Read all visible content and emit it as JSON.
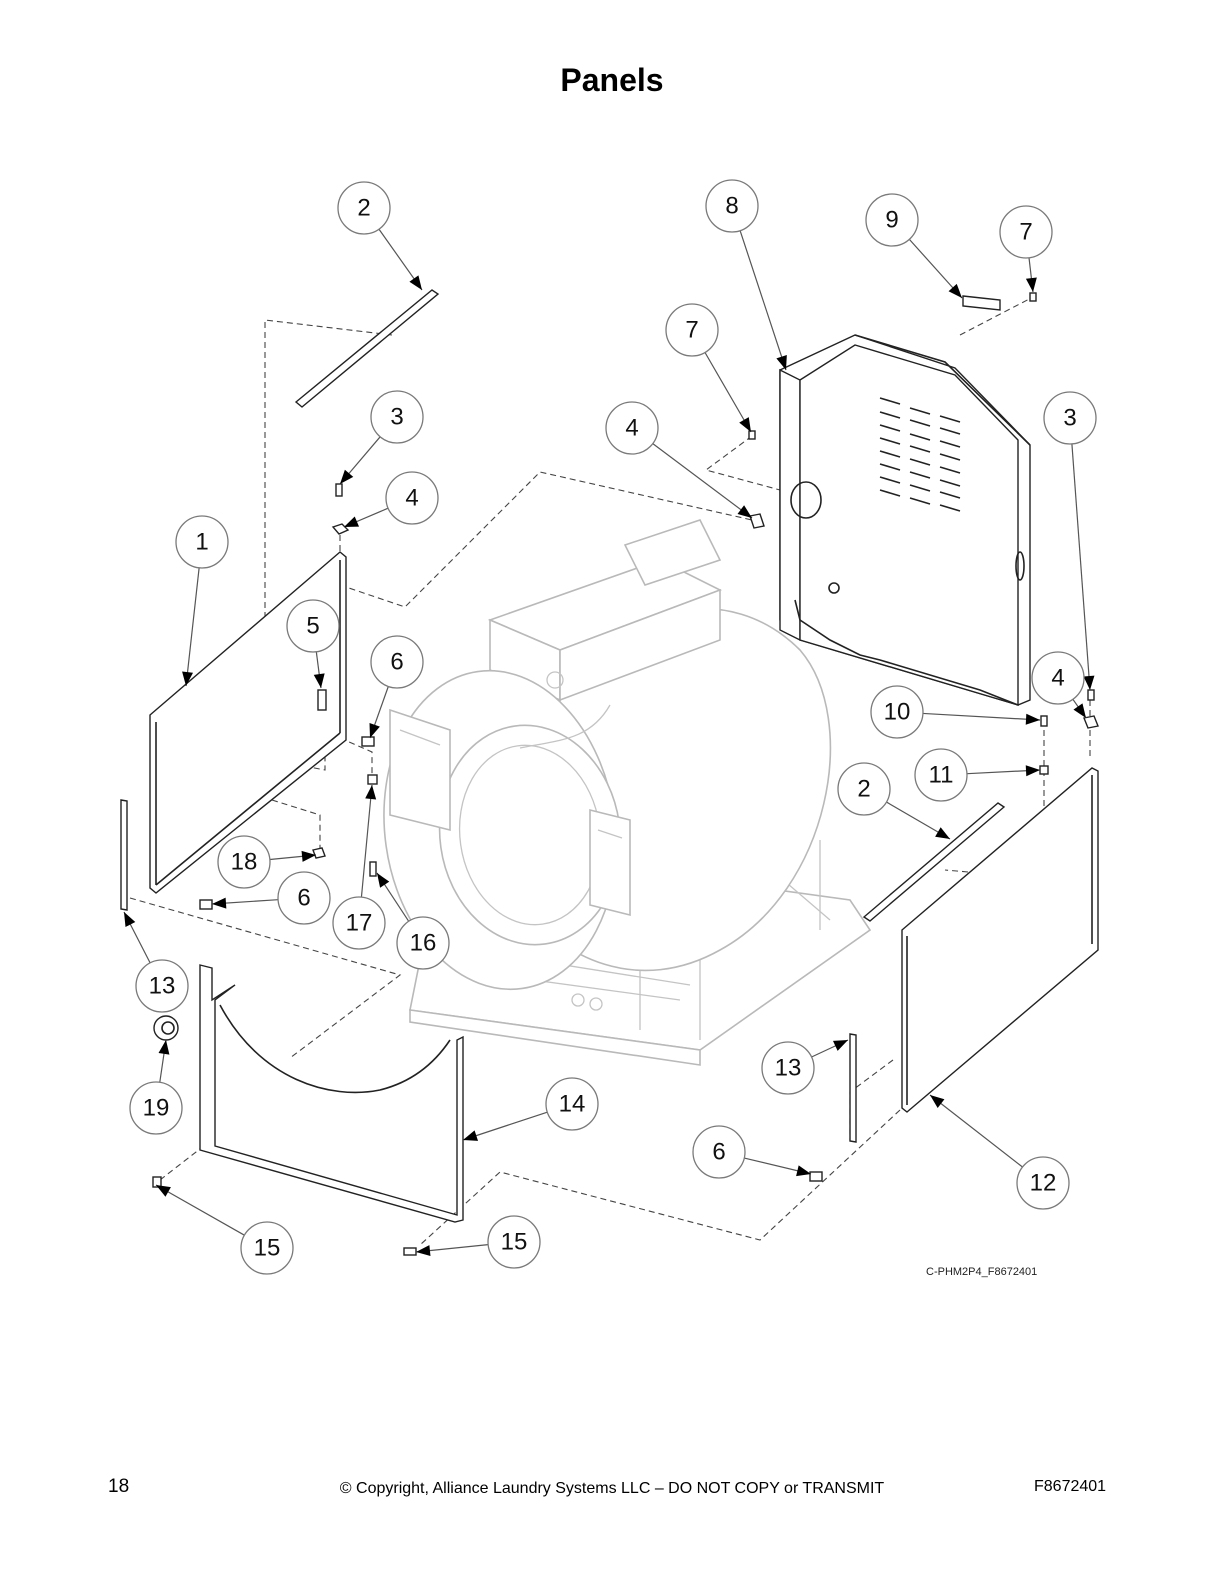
{
  "page": {
    "title": "Panels",
    "drawing_code": "C-PHM2P4_F8672401",
    "page_number": "18",
    "copyright": "© Copyright, Alliance Laundry Systems LLC – DO NOT COPY or TRANSMIT",
    "document_number": "F8672401"
  },
  "callouts": [
    {
      "id": "c-2-top",
      "label": "2"
    },
    {
      "id": "c-8",
      "label": "8"
    },
    {
      "id": "c-9",
      "label": "9"
    },
    {
      "id": "c-7-top",
      "label": "7"
    },
    {
      "id": "c-7-mid",
      "label": "7"
    },
    {
      "id": "c-3-left",
      "label": "3"
    },
    {
      "id": "c-4-mid",
      "label": "4"
    },
    {
      "id": "c-3-right",
      "label": "3"
    },
    {
      "id": "c-4-left",
      "label": "4"
    },
    {
      "id": "c-1",
      "label": "1"
    },
    {
      "id": "c-5",
      "label": "5"
    },
    {
      "id": "c-6-left",
      "label": "6"
    },
    {
      "id": "c-4-right",
      "label": "4"
    },
    {
      "id": "c-10",
      "label": "10"
    },
    {
      "id": "c-11",
      "label": "11"
    },
    {
      "id": "c-2-right",
      "label": "2"
    },
    {
      "id": "c-18",
      "label": "18"
    },
    {
      "id": "c-6-lower",
      "label": "6"
    },
    {
      "id": "c-17",
      "label": "17"
    },
    {
      "id": "c-16",
      "label": "16"
    },
    {
      "id": "c-13-left",
      "label": "13"
    },
    {
      "id": "c-19",
      "label": "19"
    },
    {
      "id": "c-14",
      "label": "14"
    },
    {
      "id": "c-13-right",
      "label": "13"
    },
    {
      "id": "c-6-bottom",
      "label": "6"
    },
    {
      "id": "c-12",
      "label": "12"
    },
    {
      "id": "c-15-left",
      "label": "15"
    },
    {
      "id": "c-15-right",
      "label": "15"
    }
  ]
}
